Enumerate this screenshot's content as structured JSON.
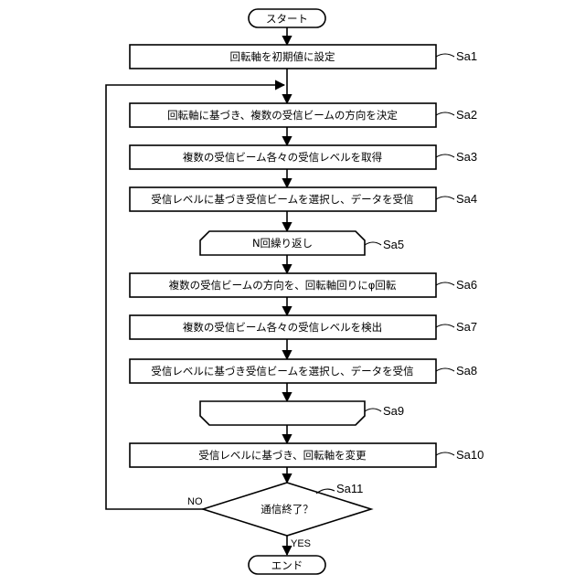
{
  "flowchart": {
    "start": "スタート",
    "end": "エンド",
    "steps": [
      {
        "label": "回転軸を初期値に設定",
        "ref": "Sa1"
      },
      {
        "label": "回転軸に基づき、複数の受信ビームの方向を決定",
        "ref": "Sa2"
      },
      {
        "label": "複数の受信ビーム各々の受信レベルを取得",
        "ref": "Sa3"
      },
      {
        "label": "受信レベルに基づき受信ビームを選択し、データを受信",
        "ref": "Sa4"
      },
      {
        "label": "N回繰り返し",
        "ref": "Sa5"
      },
      {
        "label": "複数の受信ビームの方向を、回転軸回りにφ回転",
        "ref": "Sa6"
      },
      {
        "label": "複数の受信ビーム各々の受信レベルを検出",
        "ref": "Sa7"
      },
      {
        "label": "受信レベルに基づき受信ビームを選択し、データを受信",
        "ref": "Sa8"
      },
      {
        "label": "",
        "ref": "Sa9"
      },
      {
        "label": "受信レベルに基づき、回転軸を変更",
        "ref": "Sa10"
      }
    ],
    "decision": {
      "label": "通信終了？",
      "ref": "Sa11",
      "yes": "YES",
      "no": "NO"
    }
  }
}
